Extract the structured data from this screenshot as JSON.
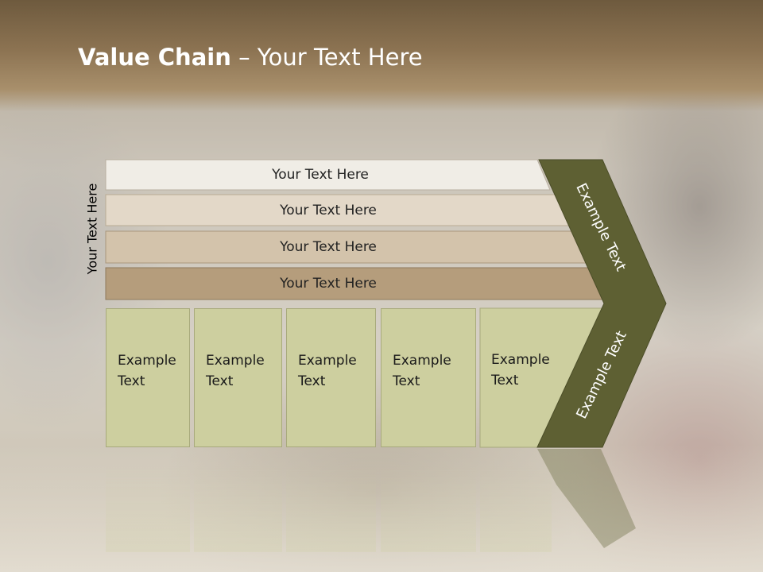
{
  "title": {
    "bold": "Value Chain",
    "rest": " – Your Text Here"
  },
  "side_label": "Your Text Here",
  "bars": [
    {
      "label": "Your Text Here",
      "color": "#f0ede6"
    },
    {
      "label": "Your Text Here",
      "color": "#e3d8c8"
    },
    {
      "label": "Your Text Here",
      "color": "#d3c3ab"
    },
    {
      "label": "Your Text Here",
      "color": "#b59d7c"
    }
  ],
  "columns": [
    {
      "line1": "Example",
      "line2": "Text"
    },
    {
      "line1": "Example",
      "line2": "Text"
    },
    {
      "line1": "Example",
      "line2": "Text"
    },
    {
      "line1": "Example",
      "line2": "Text"
    },
    {
      "line1": "Example",
      "line2": "Text"
    }
  ],
  "chevron_upper": "Example Text",
  "chevron_lower": "Example Text",
  "chevron_color": "#5e6033"
}
